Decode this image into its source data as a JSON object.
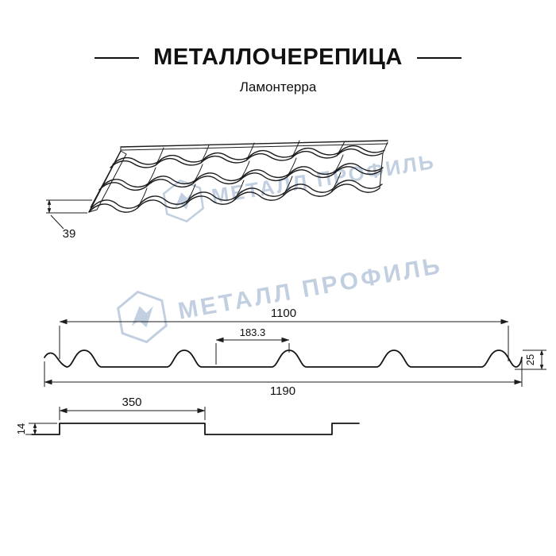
{
  "header": {
    "title": "МЕТАЛЛОЧЕРЕПИЦА",
    "subtitle": "Ламонтерра"
  },
  "watermark": {
    "text": "МЕТАЛЛ ПРОФИЛЬ",
    "color": "#9db3cf"
  },
  "perspective": {
    "height_label": "39"
  },
  "cross_section": {
    "cover_width": "1100",
    "wave_pitch": "183.3",
    "profile_height": "25",
    "full_width": "1190"
  },
  "step_profile": {
    "module_length": "350",
    "step_height": "14"
  }
}
